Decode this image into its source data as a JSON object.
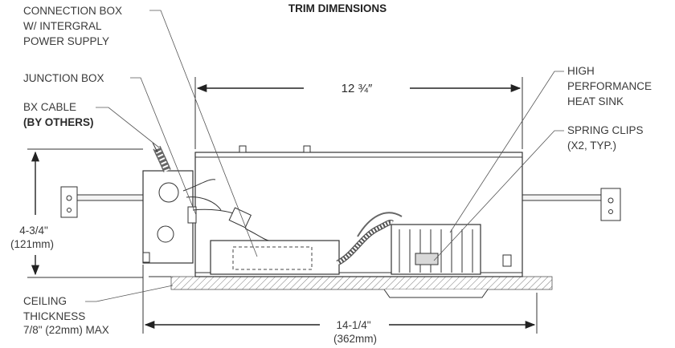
{
  "title": "TRIM DIMENSIONS",
  "labels": {
    "connection_box": [
      "CONNECTION BOX",
      "W/ INTERGRAL",
      "POWER SUPPLY"
    ],
    "junction_box": "JUNCTION BOX",
    "bx_cable": [
      "BX CABLE",
      "(BY OTHERS)"
    ],
    "heat_sink": [
      "HIGH",
      "PERFORMANCE",
      "HEAT SINK"
    ],
    "spring_clips": [
      "SPRING CLIPS",
      "(X2, TYP.)"
    ],
    "ceiling_thickness": [
      "CEILING",
      "THICKNESS",
      "7/8\" (22mm) MAX"
    ]
  },
  "dimensions": {
    "trim_width": "12 ¾″",
    "height": [
      "4-3/4\"",
      "(121mm)"
    ],
    "overall_length": [
      "14-1/4\"",
      "(362mm)"
    ]
  }
}
